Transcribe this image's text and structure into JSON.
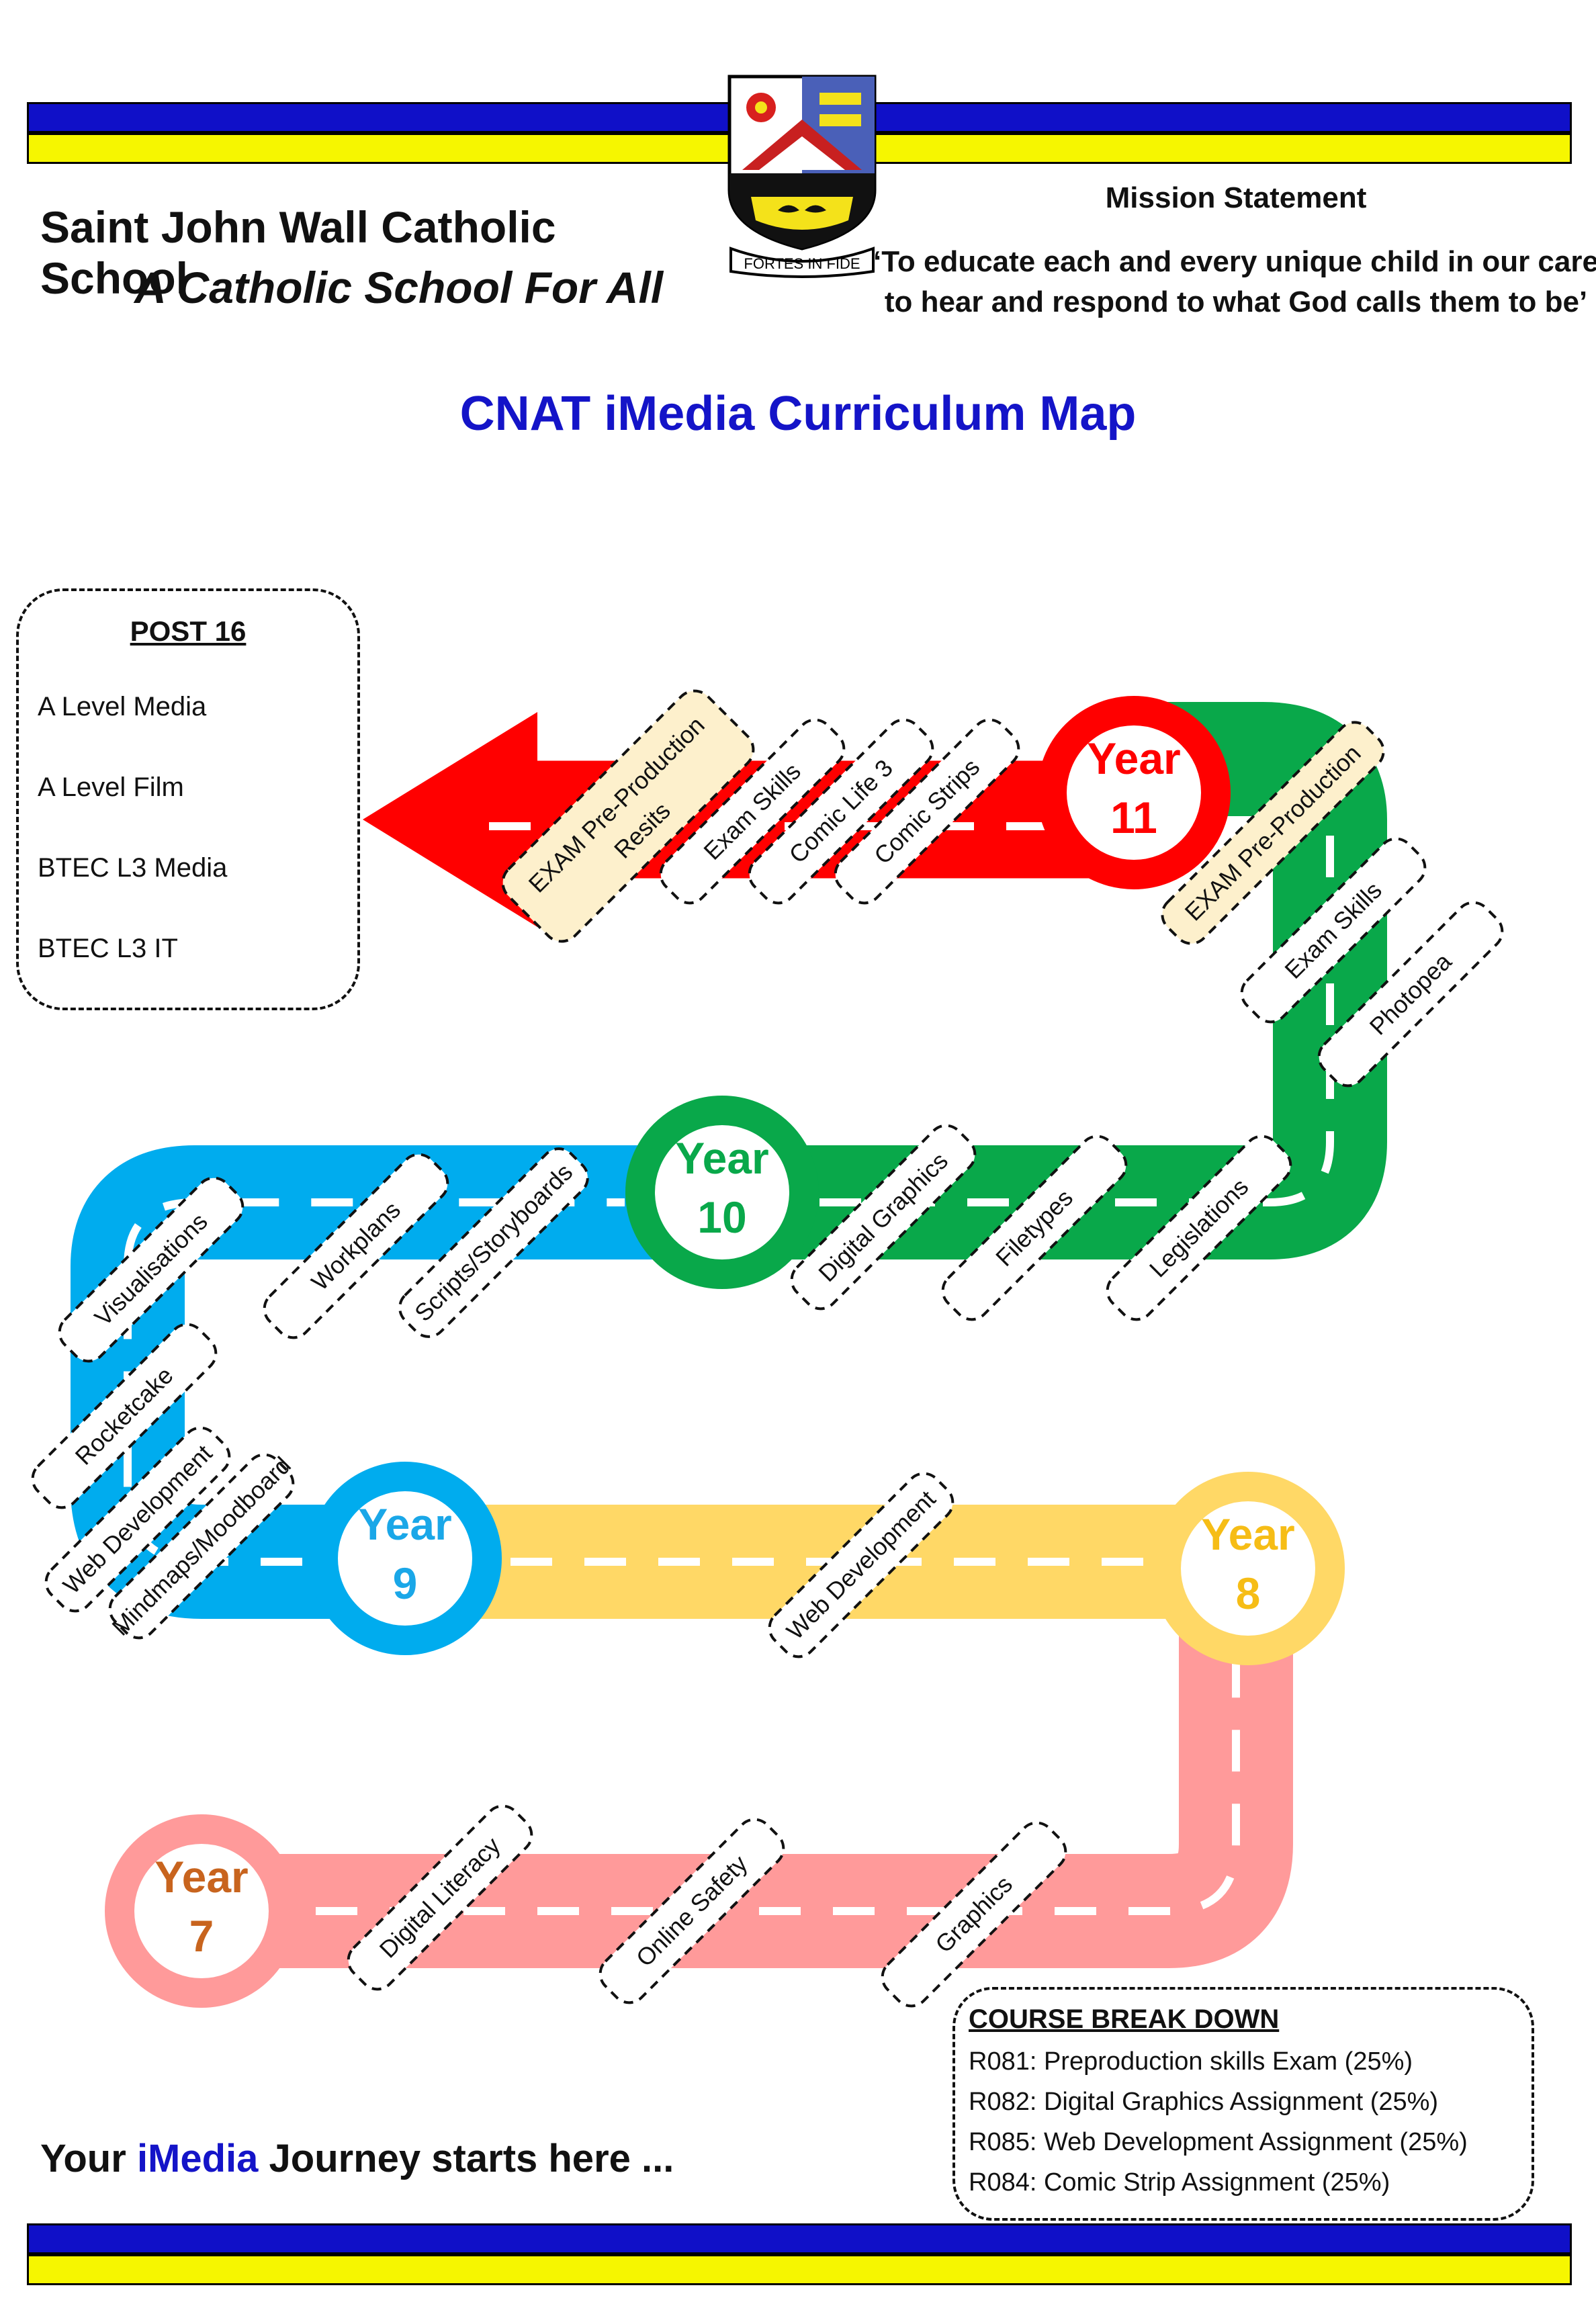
{
  "header": {
    "school_name": "Saint John Wall Catholic School",
    "school_motto": "A Catholic School For All",
    "crest_motto": "FORTES IN FIDE",
    "mission_title": "Mission Statement",
    "mission_text": "‘To educate each and every unique child in our care to hear and respond to what God calls them to be’"
  },
  "title": "CNAT iMedia Curriculum Map",
  "post16": {
    "heading": "POST 16",
    "items": [
      "A Level Media",
      "A Level Film",
      "BTEC L3 Media",
      "BTEC L3 IT"
    ]
  },
  "years": {
    "y11": {
      "label": "Year",
      "number": "11",
      "color": "#ff0000"
    },
    "y10": {
      "label": "Year",
      "number": "10",
      "color": "#09a84a"
    },
    "y9": {
      "label": "Year",
      "number": "9",
      "color": "#1aa7e8"
    },
    "y8": {
      "label": "Year",
      "number": "8",
      "color": "#f6bd16"
    },
    "y7": {
      "label": "Year",
      "number": "7",
      "color": "#c8641e"
    }
  },
  "topics": {
    "y11": [
      "EXAM Pre-Production",
      "Resits",
      "Exam Skills",
      "Comic Life 3",
      "Comic Strips"
    ],
    "y11_transition": [
      "EXAM Pre-Production",
      "Exam Skills",
      "Photopea"
    ],
    "y10": [
      "Visualisations",
      "Workplans",
      "Scripts/Storyboards",
      "Digital Graphics",
      "Filetypes",
      "Legislations"
    ],
    "y9": [
      "Rocketcake",
      "Web Development",
      "Mindmaps/Moodboard"
    ],
    "y8": [
      "Web Development"
    ],
    "y7": [
      "Digital Literacy",
      "Online Safety",
      "Graphics"
    ]
  },
  "course_breakdown": {
    "heading": "COURSE BREAK DOWN",
    "items": [
      "R081: Preproduction skills Exam (25%)",
      "R082: Digital Graphics Assignment (25%)",
      "R085: Web Development Assignment (25%)",
      "R084: Comic Strip Assignment (25%)"
    ]
  },
  "tagline": {
    "before": "Your ",
    "highlight": "iMedia",
    "after": " Journey starts here ..."
  },
  "colors": {
    "band_blue": "#1010c8",
    "band_yellow": "#f6f600",
    "title_blue": "#1414c8",
    "road_red": "#ff0000",
    "road_green": "#09a84a",
    "road_blue": "#00acee",
    "road_yellow": "#ffd866",
    "road_pink": "#ff9a9a",
    "highlight_tag": "#fdf0cc"
  }
}
